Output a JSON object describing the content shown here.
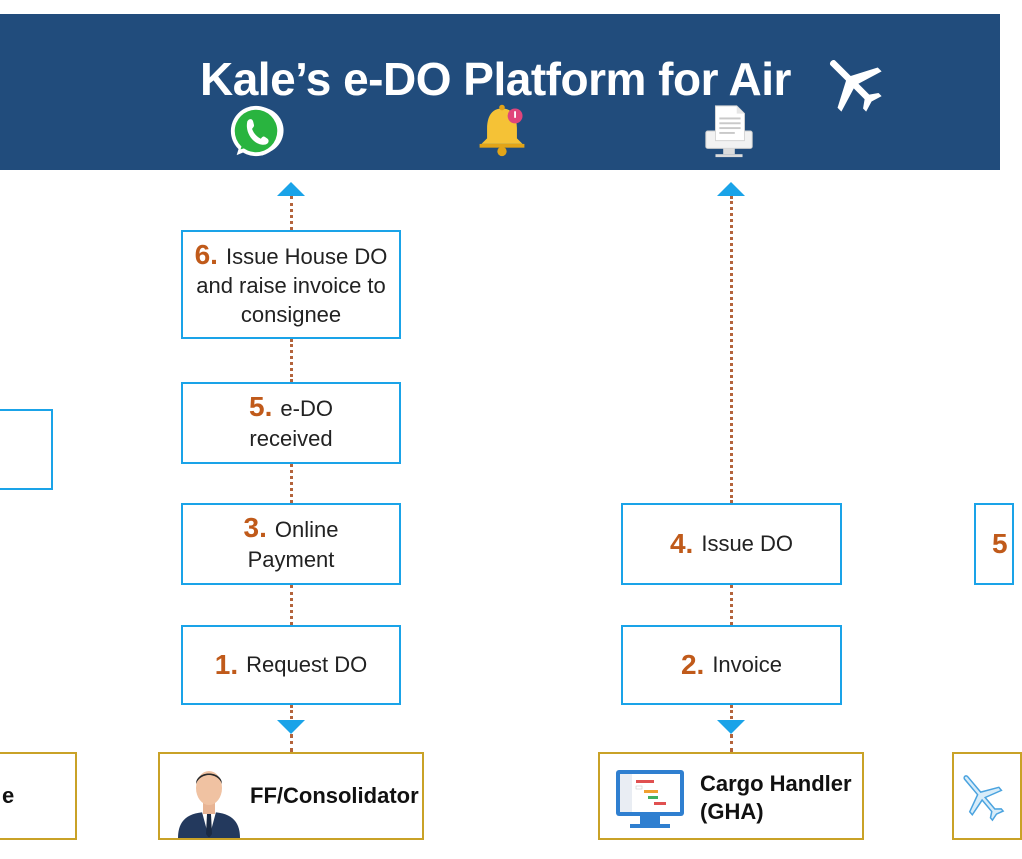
{
  "header": {
    "title": "Kale’s e-DO Platform for Air",
    "icons": [
      "airplane-icon",
      "whatsapp-icon",
      "notification-bell-icon",
      "document-monitor-icon"
    ]
  },
  "steps": {
    "s6": {
      "number": "6.",
      "text_line1": "Issue House DO",
      "text_line2": "and raise invoice to",
      "text_line3": "consignee"
    },
    "s5": {
      "number": "5.",
      "text_line1": "e-DO",
      "text_line2": "received"
    },
    "s3": {
      "number": "3.",
      "text_line1": "Online",
      "text_line2": "Payment"
    },
    "s1": {
      "number": "1.",
      "text": "Request DO"
    },
    "s4": {
      "number": "4.",
      "text": "Issue DO"
    },
    "s2": {
      "number": "2.",
      "text": "Invoice"
    },
    "s5_right": {
      "number": "5"
    }
  },
  "actors": {
    "left_partial": {
      "label": "e"
    },
    "ff": {
      "label": "FF/Consolidator"
    },
    "gha": {
      "label_line1": "Cargo Handler",
      "label_line2": "(GHA)"
    }
  },
  "colors": {
    "banner": "#214c7c",
    "step_border": "#1aa3e8",
    "step_number": "#c05a1a",
    "actor_border": "#c9a227",
    "connector": "#b4643c"
  }
}
